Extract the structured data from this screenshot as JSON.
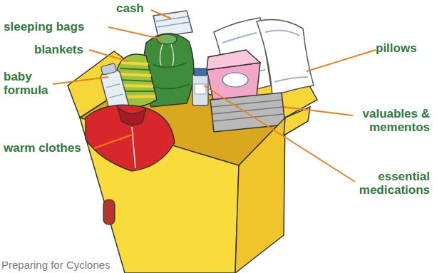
{
  "diagram": {
    "caption": "Preparing for Cyclones",
    "labels": [
      "cash",
      "sleeping bags",
      "pillows",
      "blankets",
      "baby formula",
      "valuables & mementos",
      "warm clothes",
      "essential medications"
    ]
  }
}
